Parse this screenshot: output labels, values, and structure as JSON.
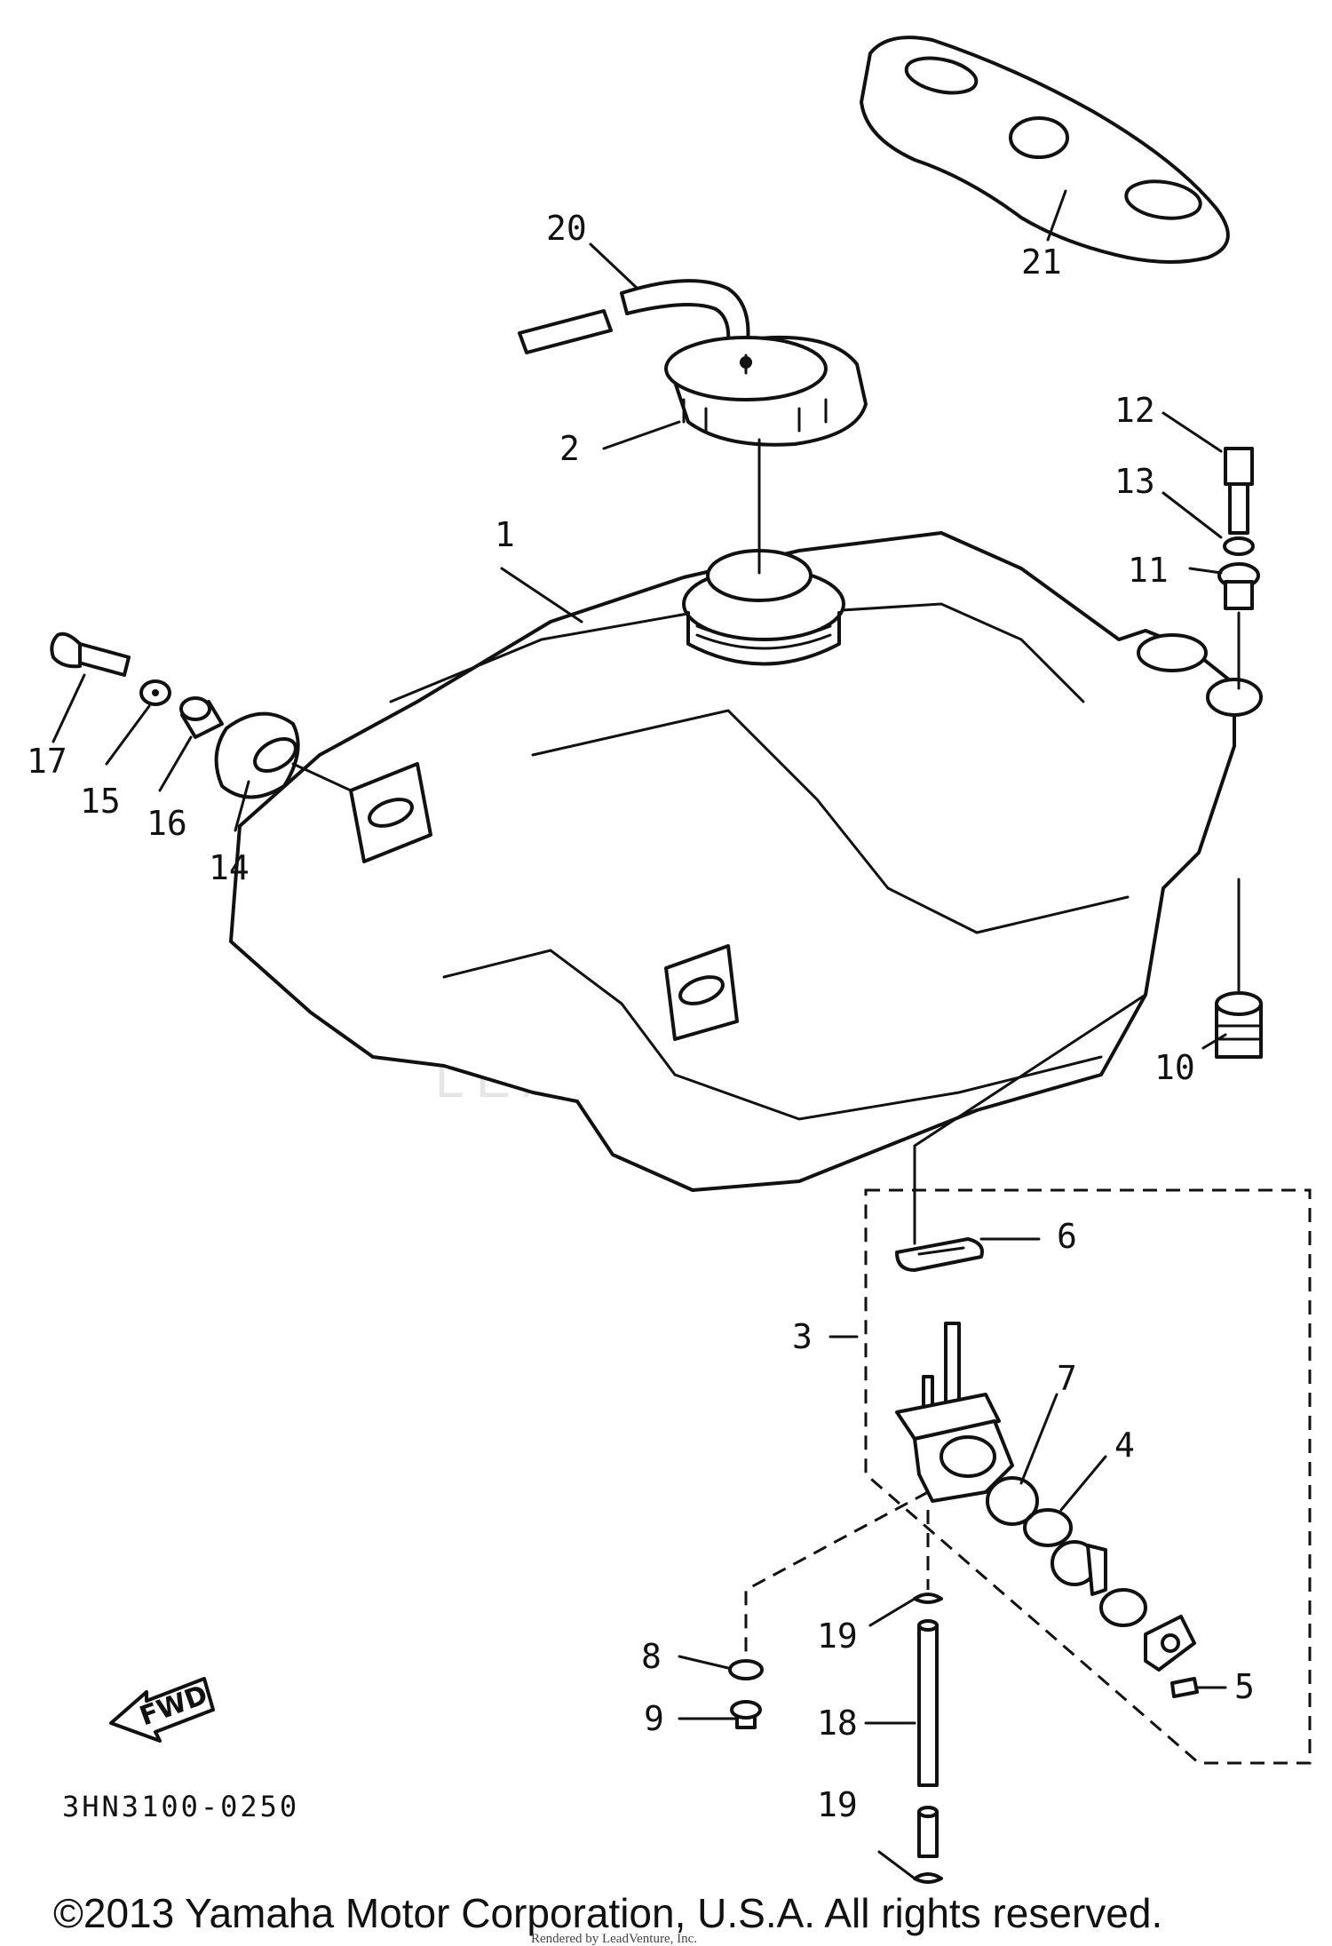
{
  "diagram": {
    "code": "3HN3100-0250",
    "copyright": "©2013 Yamaha Motor Corporation, U.S.A. All rights reserved.",
    "rendered_by": "Rendered by LeadVenture, Inc.",
    "watermark": "LEADVENTURE",
    "fwd_label": "FWD"
  },
  "callouts": [
    {
      "id": "c1",
      "label": "1"
    },
    {
      "id": "c2",
      "label": "2"
    },
    {
      "id": "c3",
      "label": "3"
    },
    {
      "id": "c4",
      "label": "4"
    },
    {
      "id": "c5",
      "label": "5"
    },
    {
      "id": "c6",
      "label": "6"
    },
    {
      "id": "c7",
      "label": "7"
    },
    {
      "id": "c8",
      "label": "8"
    },
    {
      "id": "c9",
      "label": "9"
    },
    {
      "id": "c10",
      "label": "10"
    },
    {
      "id": "c11",
      "label": "11"
    },
    {
      "id": "c12",
      "label": "12"
    },
    {
      "id": "c13",
      "label": "13"
    },
    {
      "id": "c14",
      "label": "14"
    },
    {
      "id": "c15",
      "label": "15"
    },
    {
      "id": "c16",
      "label": "16"
    },
    {
      "id": "c17",
      "label": "17"
    },
    {
      "id": "c18",
      "label": "18"
    },
    {
      "id": "c19a",
      "label": "19"
    },
    {
      "id": "c19b",
      "label": "19"
    },
    {
      "id": "c20",
      "label": "20"
    },
    {
      "id": "c21",
      "label": "21"
    }
  ]
}
